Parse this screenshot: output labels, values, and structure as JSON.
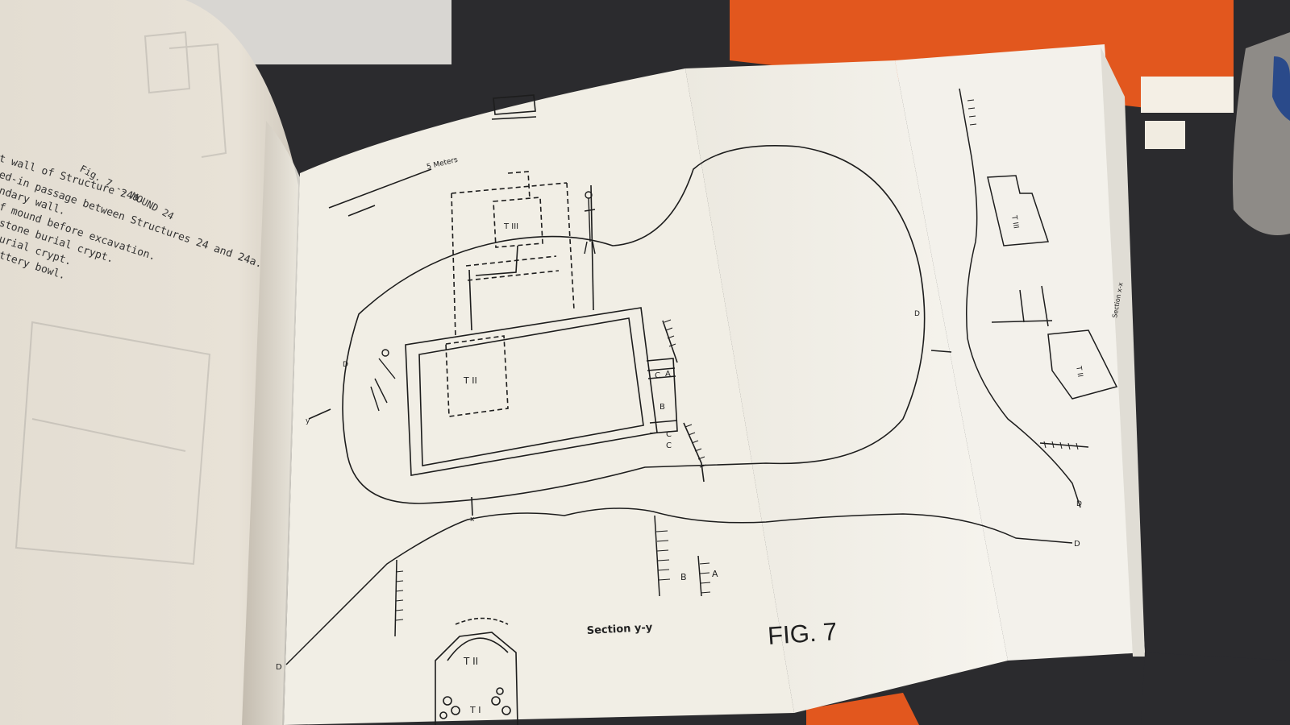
{
  "left_page": {
    "caption_lines": [
      "Fig. 7 -- MOUND 24",
      "t wall of Structure 24a.",
      "ed-in passage between Structures 24 and 24a.",
      "ndary wall.",
      "f mound before excavation.",
      "stone burial crypt.",
      "urial crypt.",
      "ttery bowl."
    ]
  },
  "plan": {
    "scale_label": "5 Meters",
    "tomb_labels": {
      "t3": "T III",
      "t2": "T II",
      "t1": "T I"
    },
    "wall_labels": {
      "a": "A",
      "b": "B",
      "c": "C"
    },
    "section_markers": {
      "x": "x",
      "y": "y",
      "d": "D"
    }
  },
  "section_yy": {
    "title": "Section y-y",
    "a": "A",
    "b": "B",
    "d": "D"
  },
  "section_xx": {
    "title": "Section x-x"
  },
  "figure_label": "FIG. 7",
  "colors": {
    "table": "#2b2b2e",
    "book_cover": "#e2571e",
    "paper": "#f1eee5",
    "left_page": "#e6e0d5",
    "ink": "#1d1d1d"
  }
}
